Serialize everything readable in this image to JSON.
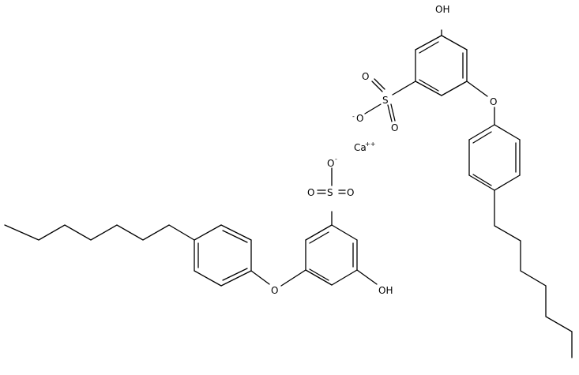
{
  "molecule": {
    "bond_color": "#000000",
    "background": "#ffffff",
    "labels": {
      "oh_top": "OH",
      "o_ether_top": "O",
      "s_top": "S",
      "o_s_top_1": "O",
      "o_s_top_2": "O",
      "o_minus_top": "O",
      "minus_top": "-",
      "ca": "Ca",
      "ca_charge": "++",
      "o_minus_bottom": "O",
      "minus_bottom": "-",
      "s_bottom": "S",
      "o_s_bottom_1": "O",
      "o_s_bottom_2": "O",
      "o_ether_bottom": "O",
      "oh_bottom": "OH"
    }
  }
}
